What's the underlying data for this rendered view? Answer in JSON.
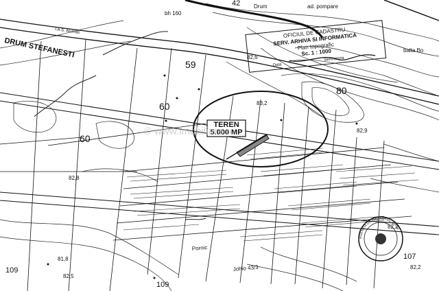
{
  "parcel_label": {
    "line1": "TEREN",
    "line2": "5.000 MP"
  },
  "stamp_box": {
    "line1": "OFICIUL DE CADASTRU",
    "line2": "SERV. ARHIVA SI INFORMATICA",
    "line3": "Plan topografic",
    "line4": "Sc. 1 : 1000",
    "line5": "Data",
    "line6": "Semnatura"
  },
  "top_labels": [
    "bh 160",
    "42",
    "Drum",
    "ad. pompare"
  ],
  "area_numbers": [
    "59",
    "60",
    "60",
    "80",
    "109",
    "107",
    "109"
  ],
  "elevations": [
    "82,6",
    "83,2",
    "82,9",
    "82,2",
    "81,8",
    "82,5",
    "82,2",
    "82,8"
  ],
  "place_labels": [
    "I.A.S. Alumati",
    "DRUM STEFANESTI",
    "balta Bo",
    "Pornic",
    "Johio 43/3"
  ],
  "watermark": "© www.imobiliare.ro",
  "seal_text": "AGENTIA DE CADASTRU ILFOV",
  "colors": {
    "ink": "#111111",
    "paper": "#ffffff",
    "parcel_fill": "#888888"
  }
}
